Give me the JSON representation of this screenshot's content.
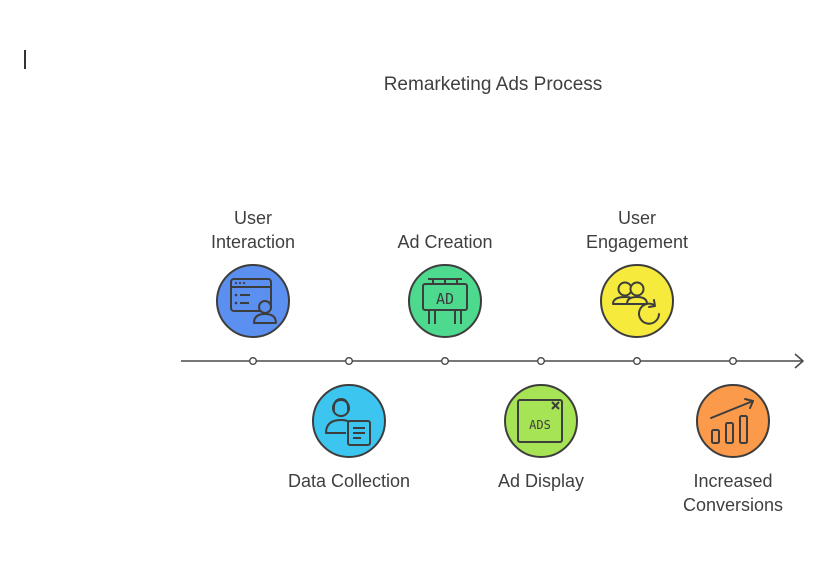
{
  "title": "Remarketing Ads Process",
  "colors": {
    "line": "#4a4a4a",
    "outline": "#3d3d3d"
  },
  "steps": [
    {
      "id": "user-interaction",
      "label": "User\nInteraction",
      "position": "top",
      "icon": "browser-user-icon",
      "color": "#5b8ff0"
    },
    {
      "id": "data-collection",
      "label": "Data Collection",
      "position": "bottom",
      "icon": "person-document-icon",
      "color": "#3cc6ef"
    },
    {
      "id": "ad-creation",
      "label": "Ad Creation",
      "position": "top",
      "icon": "ad-billboard-icon",
      "color": "#4dd98e"
    },
    {
      "id": "ad-display",
      "label": "Ad Display",
      "position": "bottom",
      "icon": "ads-window-icon",
      "color": "#a6e355"
    },
    {
      "id": "user-engagement",
      "label": "User\nEngagement",
      "position": "top",
      "icon": "users-refresh-icon",
      "color": "#f6ea3c"
    },
    {
      "id": "increased-conversions",
      "label": "Increased\nConversions",
      "position": "bottom",
      "icon": "growth-chart-icon",
      "color": "#fb9a4a"
    }
  ]
}
